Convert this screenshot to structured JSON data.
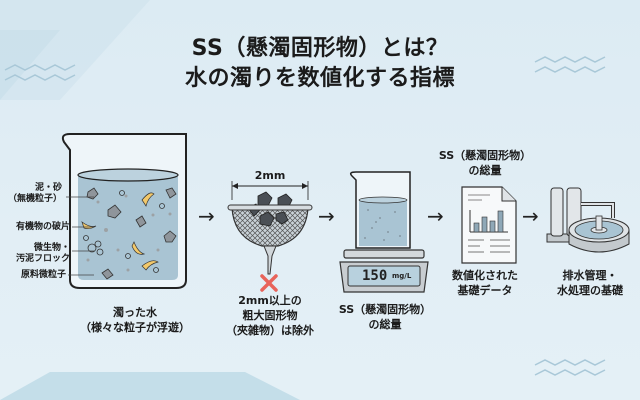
{
  "header": {
    "title_line1": "SS（懸濁固形物）とは？",
    "title_line2": "水の濁りを数値化する指標"
  },
  "steps": [
    {
      "id": "turbid-water",
      "icon": "beaker-icon",
      "caption_line1": "濁った水",
      "caption_line2": "（様々な粒子が浮遊）",
      "particle_labels": [
        {
          "line1": "泥・砂",
          "line2": "（無機粒子）"
        },
        {
          "line1": "有機物の破片",
          "line2": ""
        },
        {
          "line1": "微生物・",
          "line2": "汚泥フロック"
        },
        {
          "line1": "原料微粒子",
          "line2": ""
        }
      ]
    },
    {
      "id": "sieve",
      "icon": "sieve-funnel-icon",
      "dimension_label": "2mm",
      "exclude_mark": "×",
      "caption_line1": "2mm以上の",
      "caption_line2": "粗大固形物",
      "caption_line3": "（夾雑物）は除外"
    },
    {
      "id": "measure",
      "icon": "scale-beaker-icon",
      "display_value": "150",
      "display_unit": "mg/L",
      "caption_line1": "SS（懸濁固形物）",
      "caption_line2": "の総量"
    },
    {
      "id": "data",
      "icon": "document-chart-icon",
      "top_line1": "SS（懸濁固形物）",
      "top_line2": "の総量",
      "caption_line1": "数値化された",
      "caption_line2": "基礎データ"
    },
    {
      "id": "treatment",
      "icon": "water-treatment-plant-icon",
      "caption_line1": "排水管理・",
      "caption_line2": "水処理の基礎"
    }
  ],
  "arrows": [
    "→",
    "→",
    "→",
    "→"
  ],
  "colors": {
    "background": "#dcebf3",
    "water": "#a9c4d3",
    "particle_organic": "#f2c86a",
    "particle_inorganic": "#9aa0a6",
    "cross": "#e8635a",
    "text": "#1b1b1b"
  }
}
